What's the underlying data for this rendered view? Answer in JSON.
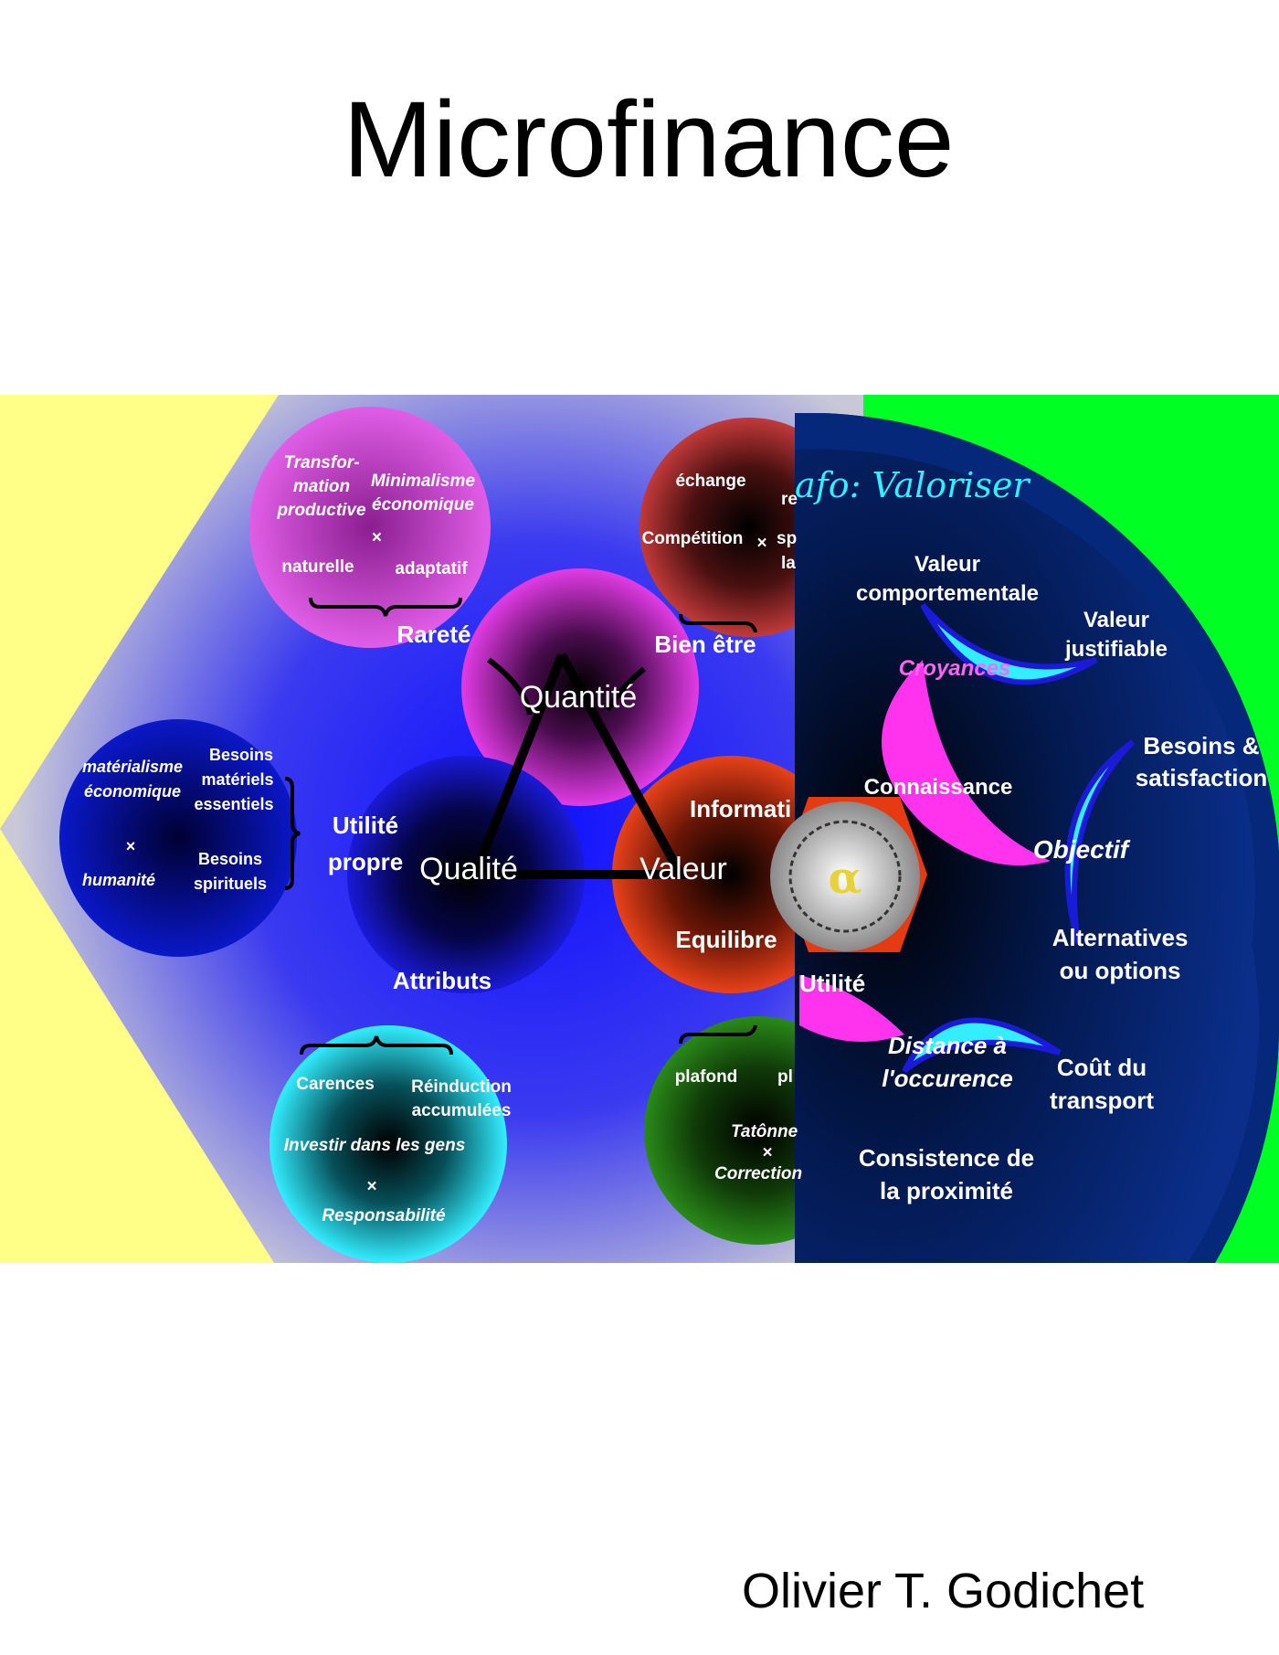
{
  "cover": {
    "title": "Microfinance",
    "author": "Olivier T. Godichet"
  },
  "diagram": {
    "header_partial": "afo: Valoriser",
    "triangle": {
      "top": "Quantité",
      "left": "Qualité",
      "right": "Valeur"
    },
    "circle_top_left": {
      "t1a": "Transfor-",
      "t1b": "mation",
      "t1c": "productive",
      "t2a": "Minimalisme",
      "t2b": "économique",
      "cross": "×",
      "t3": "naturelle",
      "t4": "adaptatif",
      "label": "Rareté"
    },
    "circle_top_right": {
      "t1": "échange",
      "t2": "re",
      "t3": "Compétition",
      "cross": "×",
      "t4": "sp",
      "t5": "la",
      "label": "Bien être"
    },
    "circle_left": {
      "t1a": "matérialisme",
      "t1b": "économique",
      "t2a": "Besoins",
      "t2b": "matériels",
      "t2c": "essentiels",
      "cross": "×",
      "t3": "humanité",
      "t4a": "Besoins",
      "t4b": "spirituels"
    },
    "circle_quality": {
      "t1a": "Utilité",
      "t1b": "propre",
      "label": "Attributs"
    },
    "circle_value": {
      "t1": "Informati",
      "t2": "Equilibre",
      "t3": "Utilité"
    },
    "circle_bottom_left": {
      "t1": "Carences",
      "t2a": "Réinduction",
      "t2b": "accumulées",
      "t3": "Investir dans les gens",
      "cross": "×",
      "t4": "Responsabilité"
    },
    "circle_bottom_right": {
      "t1": "plafond",
      "t2": "pl",
      "t3": "Tatônne",
      "cross": "×",
      "t4": "Correction"
    },
    "right_panel": {
      "v1a": "Valeur",
      "v1b": "comportementale",
      "v2a": "Valeur",
      "v2b": "justifiable",
      "croyances": "Croyances",
      "b1a": "Besoins &",
      "b1b": "satisfaction",
      "connaissance": "Connaissance",
      "objectif": "Objectif",
      "a1a": "Alternatives",
      "a1b": "ou options",
      "d1a": "Distance à",
      "d1b": "l'occurence",
      "c1a": "Coût du",
      "c1b": "transport",
      "p1a": "Consistence de",
      "p1b": "la proximité"
    },
    "colors": {
      "yellow": "#ffff88",
      "green": "#00ff22",
      "gray": "#c8c8d2",
      "navy": "#05287a",
      "blue": "#1a1ae6",
      "magenta": "#e23ce6",
      "cyan": "#33eeff",
      "red": "#d43a14",
      "dark_green": "#2a8a1a"
    }
  }
}
